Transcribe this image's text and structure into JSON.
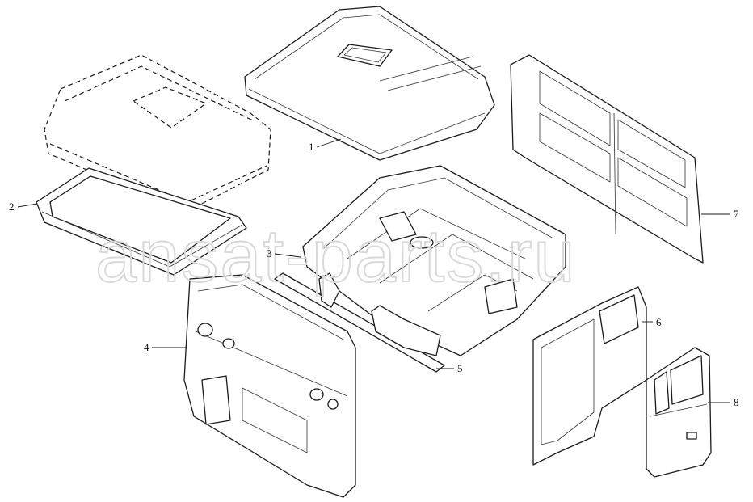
{
  "watermark": "ansat-parts.ru",
  "callouts": [
    {
      "id": "1",
      "label": "1"
    },
    {
      "id": "2",
      "label": "2"
    },
    {
      "id": "3",
      "label": "3"
    },
    {
      "id": "4",
      "label": "4"
    },
    {
      "id": "5",
      "label": "5"
    },
    {
      "id": "6",
      "label": "6"
    },
    {
      "id": "7",
      "label": "7"
    },
    {
      "id": "8",
      "label": "8"
    }
  ]
}
